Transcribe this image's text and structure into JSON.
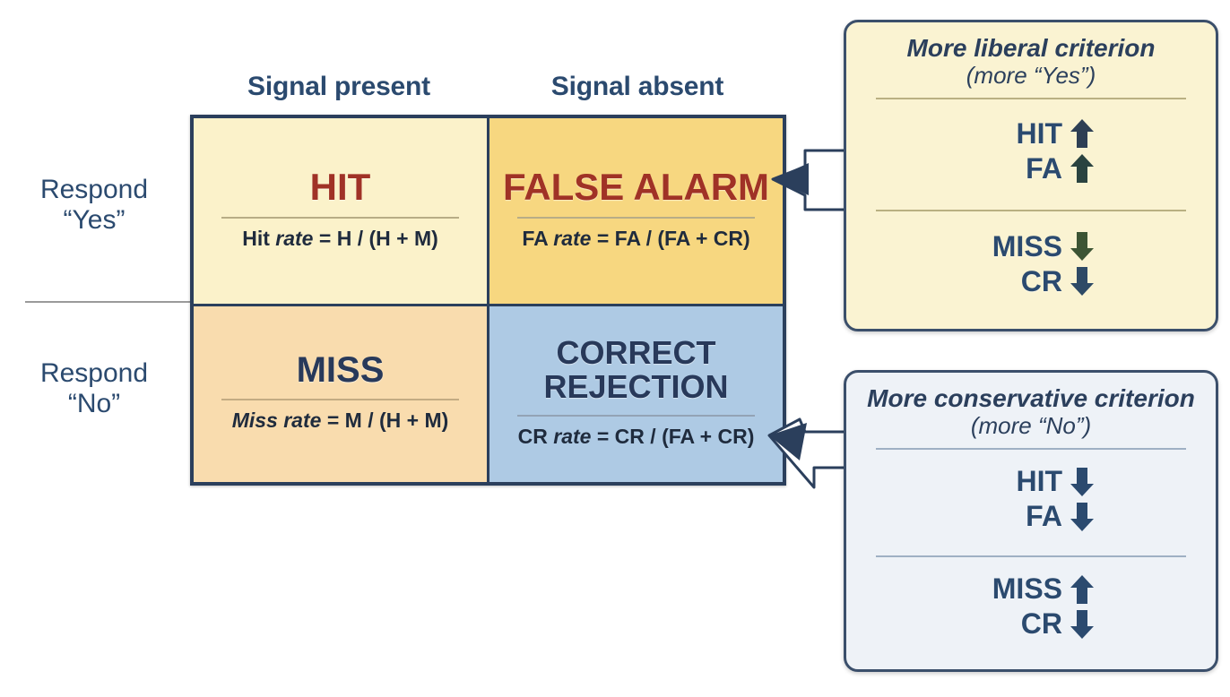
{
  "diagram": {
    "title": "Signal detection theory outcome matrix",
    "colors": {
      "navy": "#2b4a6f",
      "dark_navy": "#2b3f5c",
      "brick_red": "#a03226",
      "hit_cell": "#fbf2ca",
      "false_alarm_cell": "#f7d780",
      "miss_cell": "#f9dcae",
      "correct_rejection_cell": "#aecae4",
      "liberal_box": "#faf3d2",
      "conservative_box": "#eef2f7",
      "arrow_green": "#3c5434",
      "arrow_navy": "#2b3f5c",
      "arrow_blue": "#2e5party"
    }
  },
  "columns": [
    {
      "label": "Signal present"
    },
    {
      "label": "Signal absent"
    }
  ],
  "rows": [
    {
      "line1": "Respond",
      "line2": "“Yes”"
    },
    {
      "line1": "Respond",
      "line2": "“No”"
    }
  ],
  "cells": {
    "hit": {
      "title": "HIT",
      "formula_prefix": "Hit ",
      "formula_italic": "rate",
      "formula_suffix": " = H / (H + M)"
    },
    "false_alarm": {
      "title": "FALSE ALARM",
      "formula_prefix": "FA ",
      "formula_italic": "rate",
      "formula_suffix": " = FA / (FA + CR)"
    },
    "miss": {
      "title": "MISS",
      "formula_prefix": "Miss ",
      "formula_italic": "rate",
      "formula_suffix": " = M / (H + M)"
    },
    "correct_rejection": {
      "title_line1": "CORRECT",
      "title_line2": "REJECTION",
      "formula_prefix": "CR ",
      "formula_italic": "rate",
      "formula_suffix": " = CR / (FA + CR)"
    }
  },
  "callouts": {
    "liberal": {
      "title": "More liberal criterion",
      "subtitle": "(more “Yes”)",
      "group_top": [
        {
          "label": "HIT",
          "direction": "up",
          "color": "#2e3f54"
        },
        {
          "label": "FA",
          "direction": "up",
          "color": "#2a4340"
        }
      ],
      "group_bottom": [
        {
          "label": "MISS",
          "direction": "down",
          "color": "#3c5434"
        },
        {
          "label": "CR",
          "direction": "down",
          "color": "#2e4a66"
        }
      ]
    },
    "conservative": {
      "title": "More conservative criterion",
      "subtitle": "(more “No”)",
      "group_top": [
        {
          "label": "HIT",
          "direction": "down",
          "color": "#2b4a6f"
        },
        {
          "label": "FA",
          "direction": "down",
          "color": "#2b4a6f"
        }
      ],
      "group_bottom": [
        {
          "label": "MISS",
          "direction": "up",
          "color": "#2b4a6f"
        },
        {
          "label": "CR",
          "direction": "down",
          "color": "#2b4a6f"
        }
      ]
    }
  }
}
